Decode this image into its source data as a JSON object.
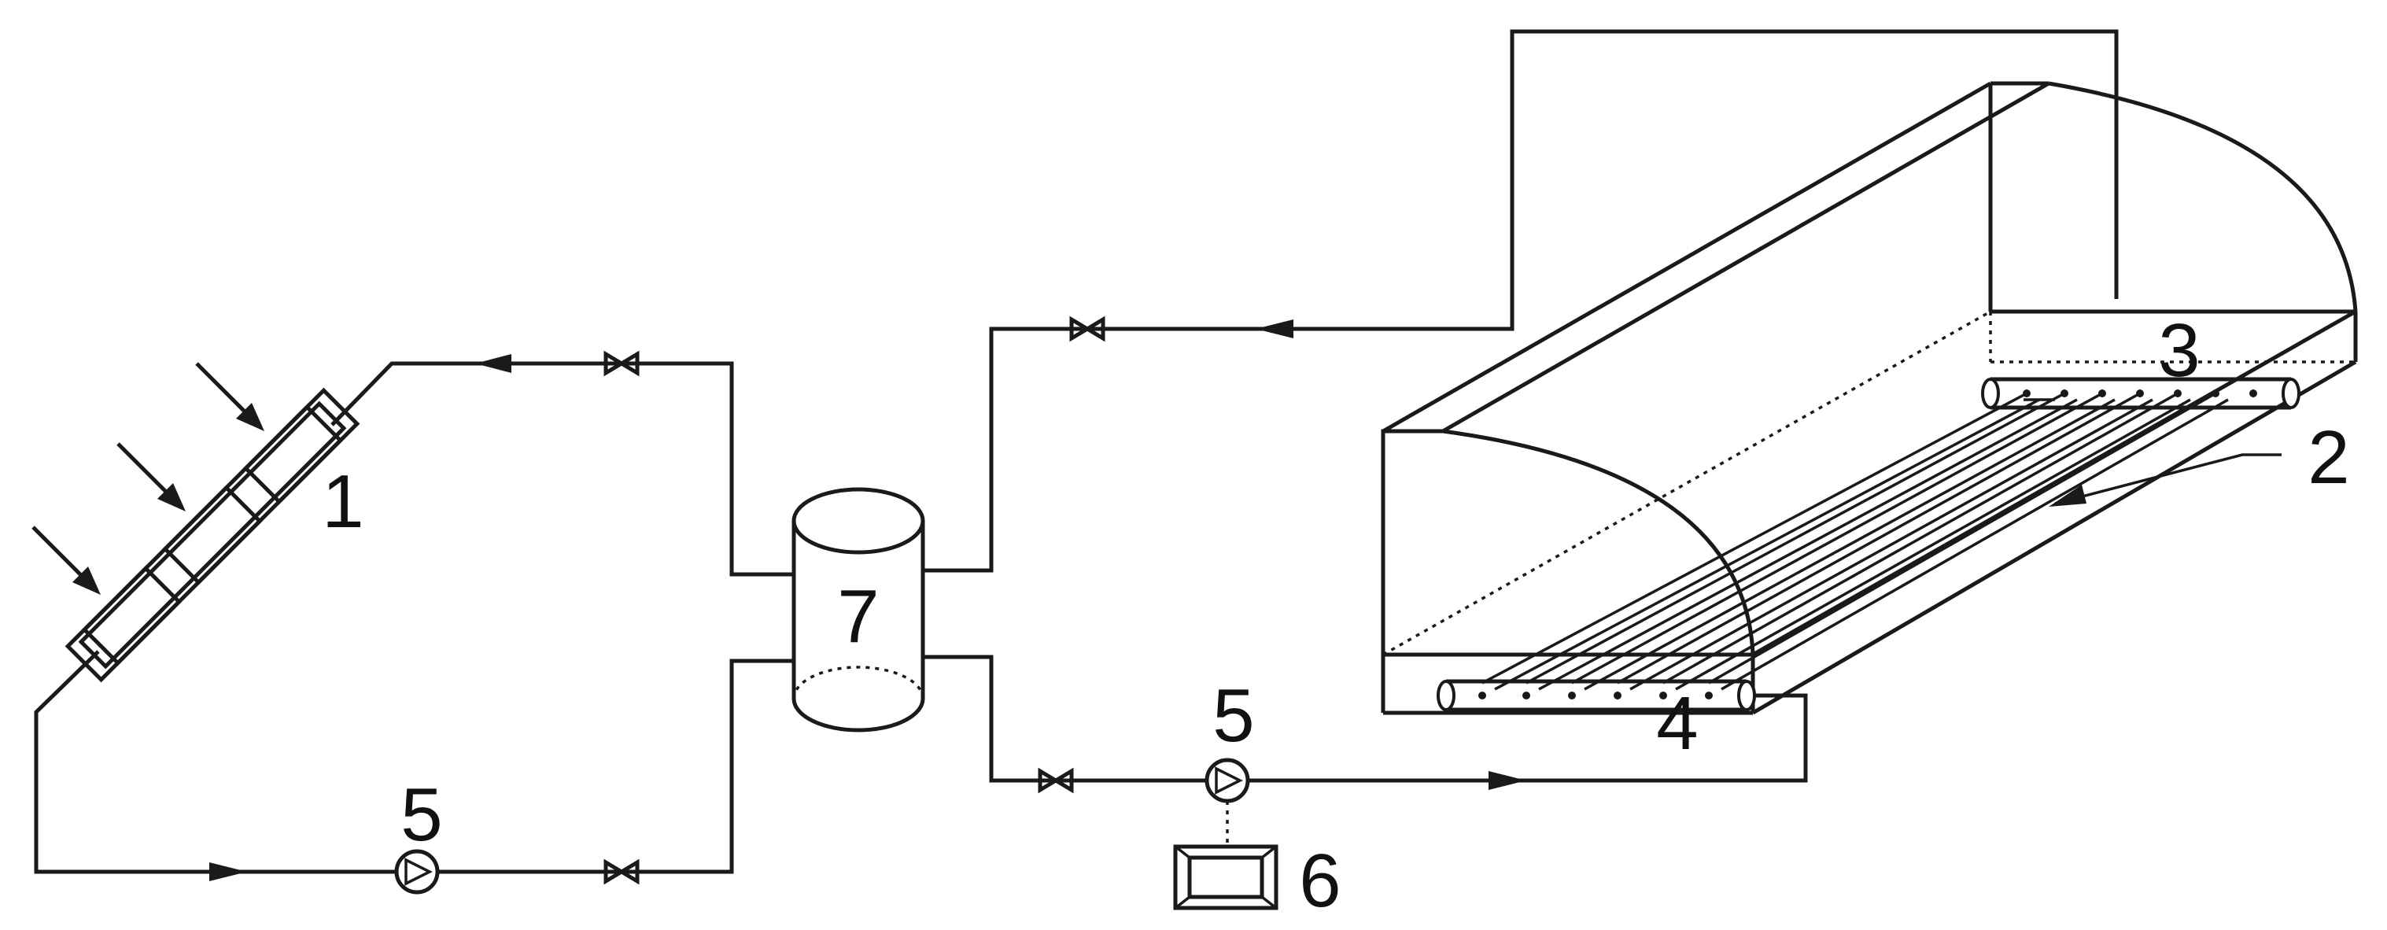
{
  "labels": {
    "collector": "1",
    "pipe_bundle": "2",
    "upper_header": "3",
    "lower_header": "4",
    "pump_left": "5",
    "pump_right": "5",
    "controller": "6",
    "storage_tank": "7"
  },
  "colors": {
    "line": "#1a1a1a",
    "background": "#ffffff"
  },
  "icons": {
    "pump": "circle-with-triangle",
    "valve": "bowtie",
    "flow_arrow": "filled-triangle",
    "sun_ray": "arrow"
  }
}
